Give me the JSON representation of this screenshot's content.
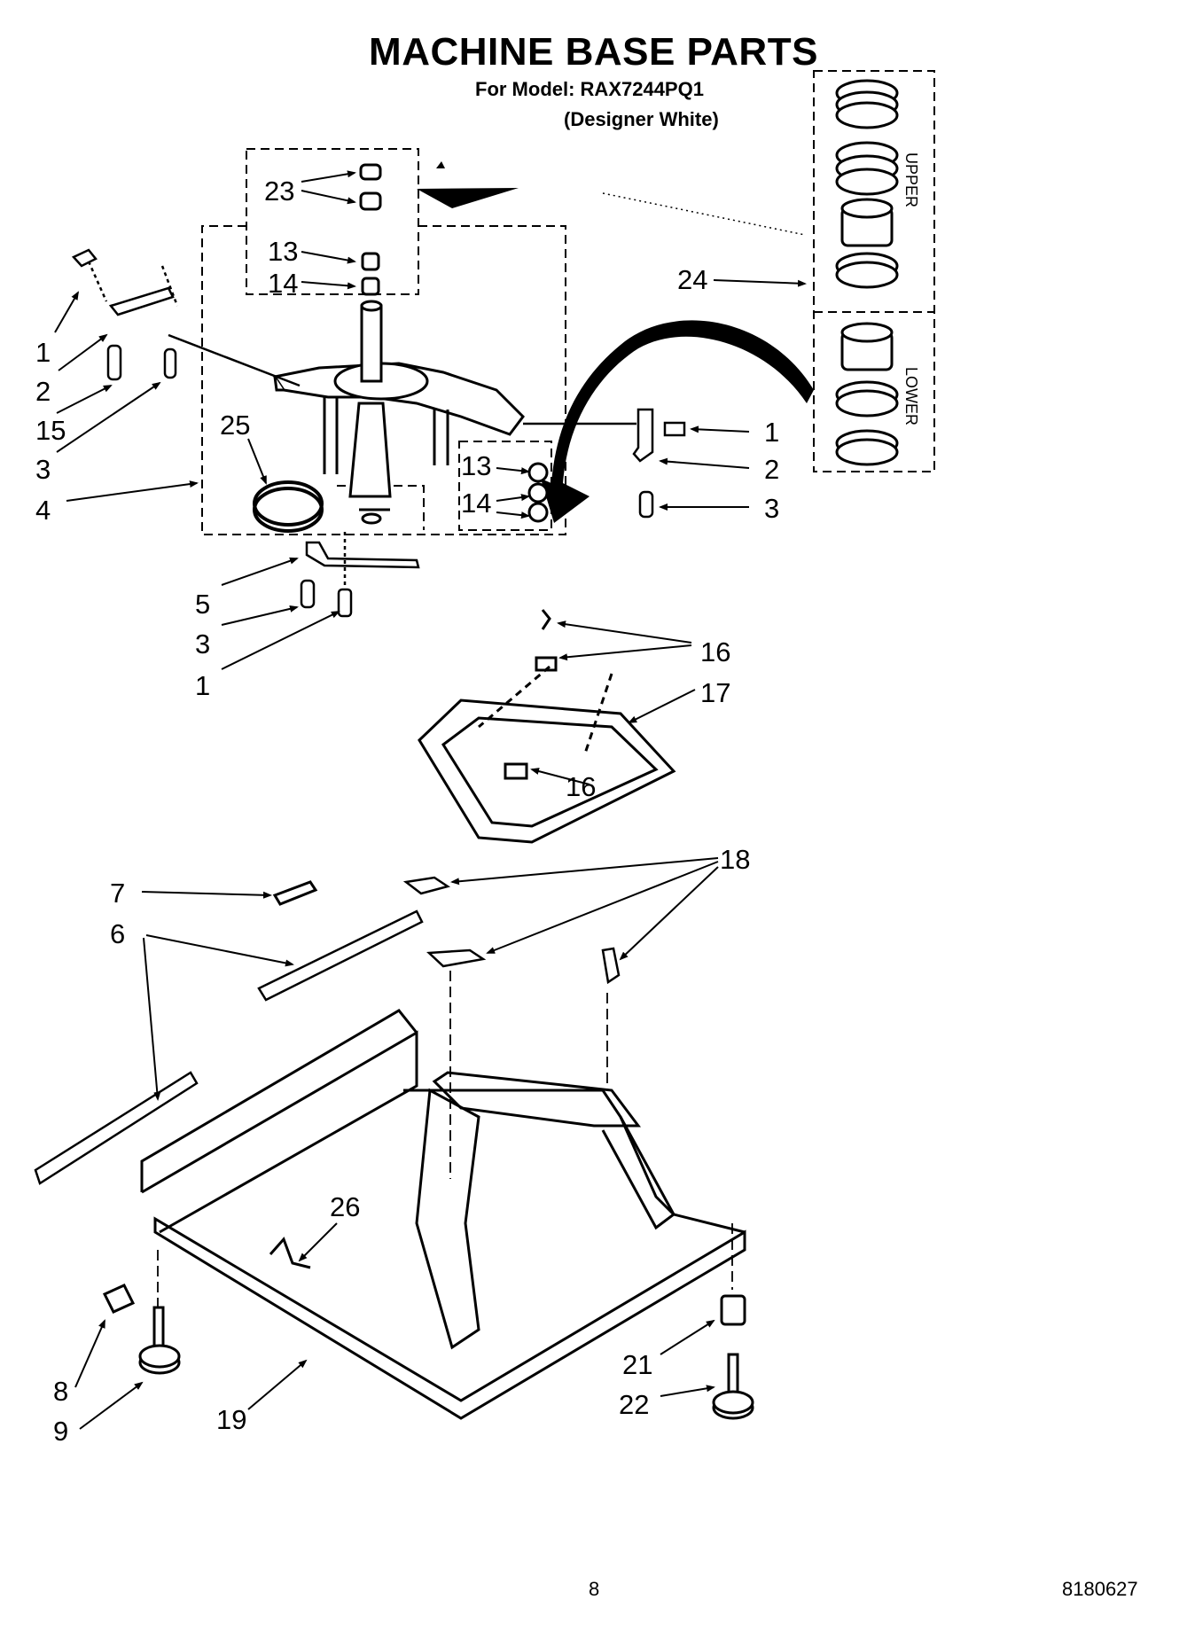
{
  "header": {
    "title": "MACHINE BASE PARTS",
    "model_line": "For Model: RAX7244PQ1",
    "color_line": "(Designer White)"
  },
  "sections": {
    "upper": "UPPER",
    "lower": "LOWER"
  },
  "callouts": {
    "n23": "23",
    "n13a": "13",
    "n14a": "14",
    "n1a": "1",
    "n2a": "2",
    "n15": "15",
    "n3a": "3",
    "n4": "4",
    "n25": "25",
    "n24": "24",
    "n1b": "1",
    "n2b": "2",
    "n3b": "3",
    "n13b": "13",
    "n14b": "14",
    "n5": "5",
    "n3c": "3",
    "n1c": "1",
    "n16a": "16",
    "n17": "17",
    "n16b": "16",
    "n18": "18",
    "n7": "7",
    "n6": "6",
    "n26": "26",
    "n8": "8",
    "n9": "9",
    "n19": "19",
    "n21": "21",
    "n22": "22"
  },
  "footer": {
    "page_number": "8",
    "doc_number": "8180627"
  }
}
